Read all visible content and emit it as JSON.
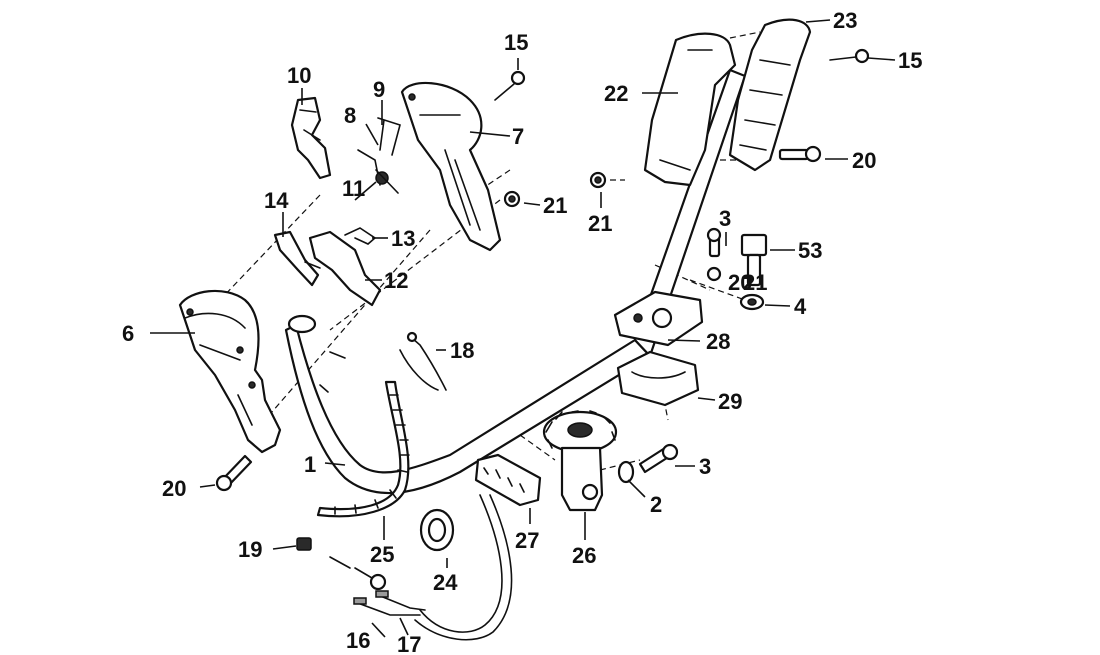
{
  "callouts": [
    "1",
    "2",
    "3",
    "3",
    "4",
    "6",
    "7",
    "8",
    "9",
    "10",
    "11",
    "12",
    "13",
    "14",
    "15",
    "15",
    "16",
    "17",
    "18",
    "19",
    "20",
    "20",
    "20",
    "21",
    "21",
    "21",
    "22",
    "23",
    "24",
    "25",
    "26",
    "27",
    "28",
    "29",
    "53"
  ],
  "colors": {
    "ink": "#111111",
    "paper": "#ffffff"
  }
}
